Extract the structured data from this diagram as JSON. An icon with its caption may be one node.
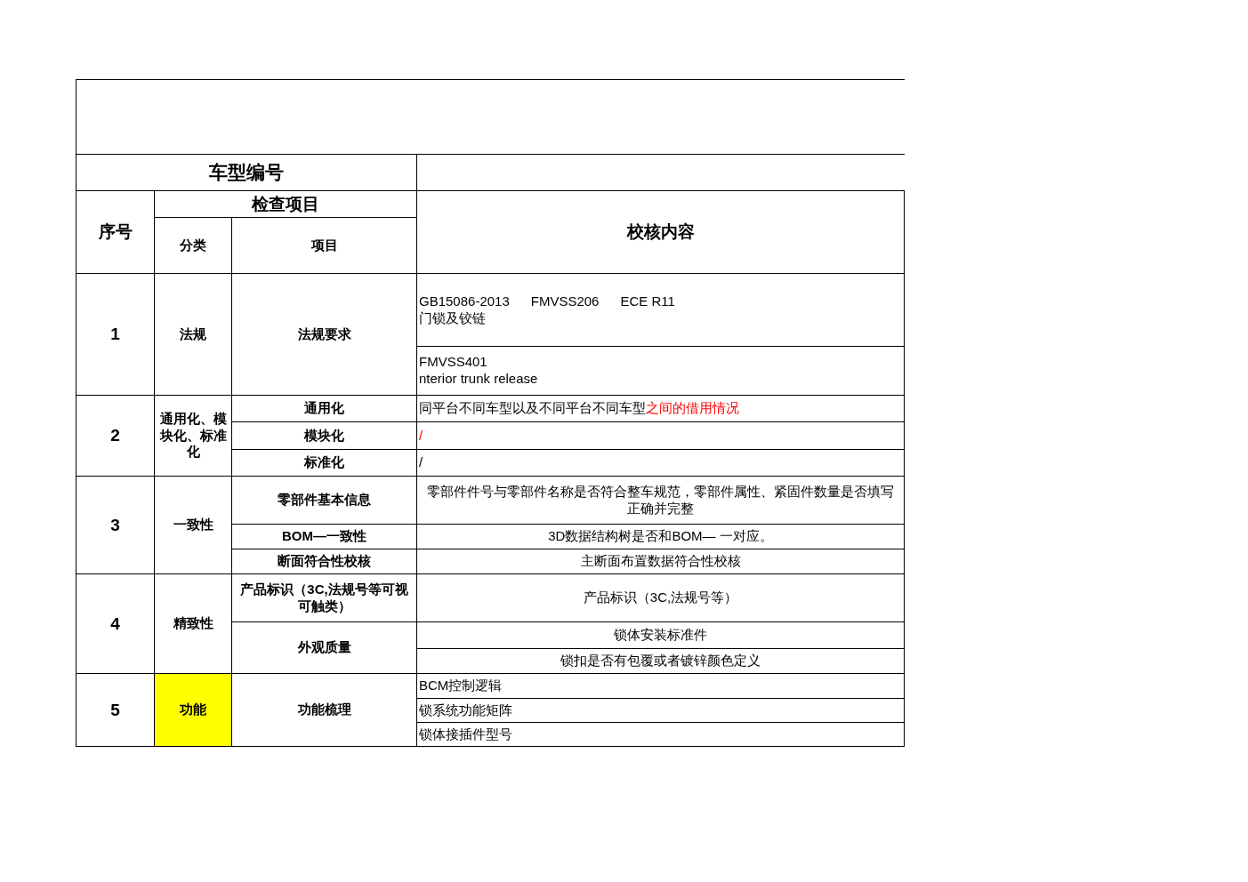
{
  "diagram": {
    "nodes": [
      {
        "text": [],
        "shape": "box"
      }
    ],
    "labels": [
      "车型编号",
      "序号",
      "检查项目",
      "校核内容",
      "分类",
      "项目",
      "1",
      "法规",
      "法规要求",
      "GB15086-2013",
      "FMVSS206",
      "ECE R11",
      "门锁及铰链",
      "FMVSS401",
      "nterior trunk release",
      "2",
      "通用化、模块化、标准化",
      "通用化",
      "同平台不同车型以及不同平台不同车型",
      "之间的借用情况",
      "模块化",
      "/",
      "标准化",
      "/",
      "3",
      "一致性",
      "零部件基本信息",
      "零部件件号与零部件名称是否符合整车规范，零部件属性、紧固件数量是否填写正确并完整",
      "BOM—一致性",
      "3D数据结构树是否和BOM— 一对应。",
      "断面符合性校核",
      "主断面布置数据符合性校核",
      "4",
      "精致性",
      "产品标识（3C,法规号等可视可触类）",
      "产品标识（3C,法规号等）",
      "外观质量",
      "锁体安装标准件",
      "锁扣是否有包覆或者镀锌颜色定义",
      "5",
      "功能",
      "功能梳理",
      "BCM控制逻辑",
      "锁系统功能矩阵",
      "锁体接插件型号"
    ]
  }
}
